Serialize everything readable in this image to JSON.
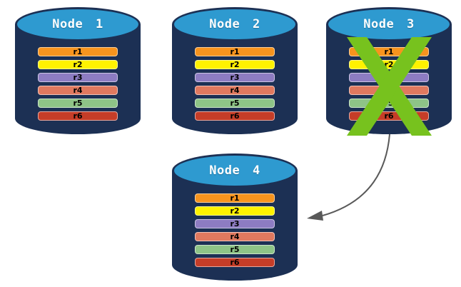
{
  "diagram": {
    "description": "Database replication failover diagram",
    "nodes": [
      {
        "label": "Node 1",
        "failed": false,
        "position": "top-left"
      },
      {
        "label": "Node 2",
        "failed": false,
        "position": "top-center"
      },
      {
        "label": "Node 3",
        "failed": true,
        "position": "top-right"
      },
      {
        "label": "Node 4",
        "failed": false,
        "position": "bottom-center"
      }
    ],
    "record_set": [
      {
        "label": "r1",
        "color": "#F7941E"
      },
      {
        "label": "r2",
        "color": "#FFF200"
      },
      {
        "label": "r3",
        "color": "#8D7CC2"
      },
      {
        "label": "r4",
        "color": "#E0795F"
      },
      {
        "label": "r5",
        "color": "#8EC487"
      },
      {
        "label": "r6",
        "color": "#C53D28"
      }
    ],
    "failure_marker": {
      "shape": "x-cross",
      "color": "#77C21E",
      "on_node": "Node 3"
    },
    "arrow": {
      "from": "Node 3",
      "to": "Node 4",
      "color": "#595959",
      "style": "curved"
    },
    "colors": {
      "cylinder_body": "#1C3054",
      "cylinder_top": "#2E9AD0",
      "node_label_text": "#FFFFFF",
      "record_label_text": "#000000",
      "background": "#FFFFFF"
    }
  }
}
